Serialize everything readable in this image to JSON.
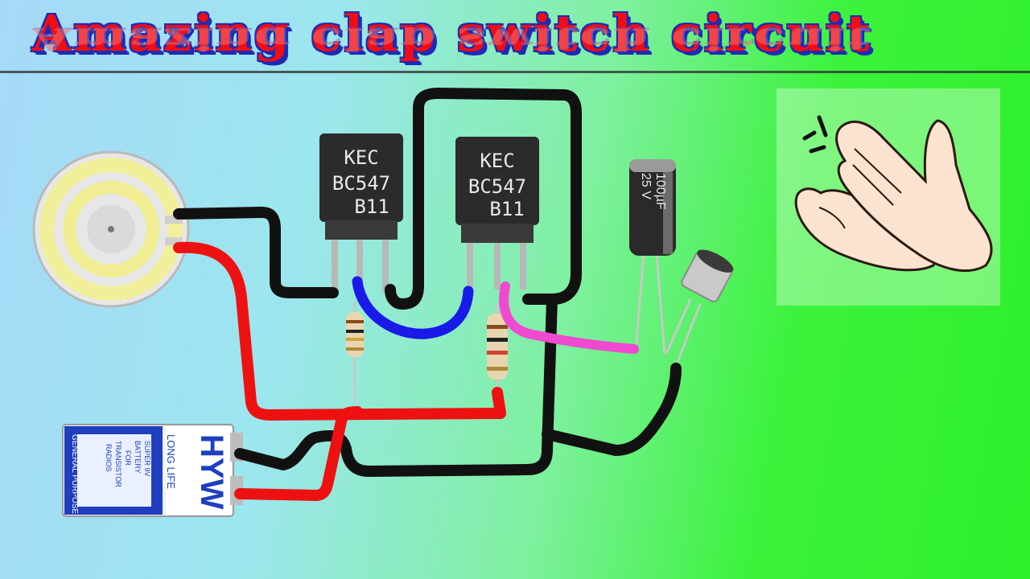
{
  "title": "Amazing clap switch circuit",
  "transistor_1": {
    "brand": "KEC",
    "model": "BC547",
    "code": "B11"
  },
  "transistor_2": {
    "brand": "KEC",
    "model": "BC547",
    "code": "B11"
  },
  "capacitor": {
    "voltage": "25 V",
    "capacitance": "100µF"
  },
  "battery": {
    "brand": "HYW",
    "subtitle": "LONG LIFE",
    "side_text_1": "SUPER 9V",
    "side_text_2": "BATTERY",
    "side_text_3": "FOR",
    "side_text_4": "TRANSISTOR",
    "side_text_5": "RADIOS",
    "purpose": "GENERAL PURPOSE"
  },
  "colors": {
    "title_fill": "#f20d14",
    "title_outline": "#1d2bb5",
    "wire_black": "#111111",
    "wire_red": "#ee1111",
    "wire_blue": "#1a1ae8",
    "wire_pink": "#f04ad0"
  },
  "icons": [
    "led-board-icon",
    "transistor-icon",
    "resistor-icon",
    "capacitor-icon",
    "microphone-icon",
    "battery-icon",
    "clapping-hands-icon"
  ]
}
